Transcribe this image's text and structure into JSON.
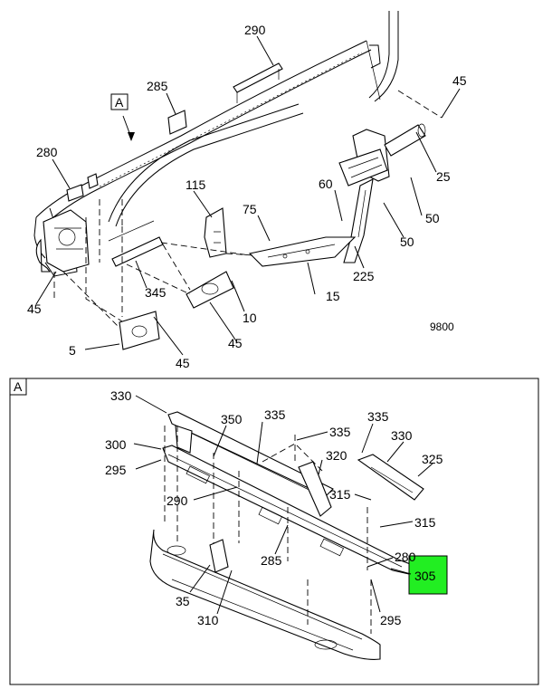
{
  "diagram": {
    "view_tag_top": "A",
    "view_tag_bottom": "A",
    "figure_number": "9800",
    "highlight_color": "#22ee22",
    "callouts_top": [
      "290",
      "285",
      "45",
      "280",
      "25",
      "60",
      "115",
      "50",
      "75",
      "50",
      "225",
      "45",
      "345",
      "15",
      "10",
      "45",
      "5",
      "45"
    ],
    "callouts_bottom": [
      "330",
      "350",
      "335",
      "335",
      "335",
      "330",
      "300",
      "295",
      "320",
      "325",
      "290",
      "315",
      "315",
      "285",
      "280",
      "305",
      "35",
      "310",
      "295"
    ]
  }
}
